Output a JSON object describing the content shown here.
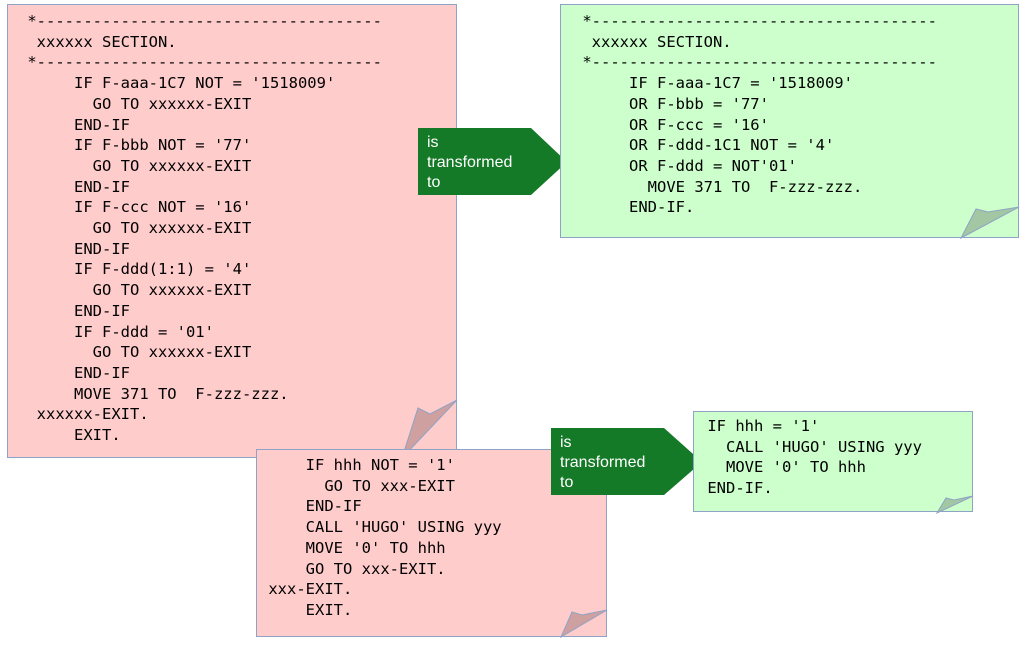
{
  "colors": {
    "before_note_fill": "#ffcccc",
    "after_note_fill": "#ccffcc",
    "arrow_fill": "#157a27",
    "note_border": "#8fa3c6"
  },
  "example1": {
    "before_lines": [
      " *-------------------------------------",
      "  xxxxxx SECTION.",
      " *-------------------------------------",
      "      IF F-aaa-1C7 NOT = '1518009'",
      "        GO TO xxxxxx-EXIT",
      "      END-IF",
      "      IF F-bbb NOT = '77'",
      "        GO TO xxxxxx-EXIT",
      "      END-IF",
      "      IF F-ccc NOT = '16'",
      "        GO TO xxxxxx-EXIT",
      "      END-IF",
      "      IF F-ddd(1:1) = '4'",
      "        GO TO xxxxxx-EXIT",
      "      END-IF",
      "      IF F-ddd = '01'",
      "        GO TO xxxxxx-EXIT",
      "      END-IF",
      "      MOVE 371 TO  F-zzz-zzz.",
      "  xxxxxx-EXIT.",
      "      EXIT."
    ],
    "arrow_label": "is\ntransformed\nto",
    "after_lines": [
      " *-------------------------------------",
      "  xxxxxx SECTION.",
      " *-------------------------------------",
      "      IF F-aaa-1C7 = '1518009'",
      "      OR F-bbb = '77'",
      "      OR F-ccc = '16'",
      "      OR F-ddd-1C1 NOT = '4'",
      "      OR F-ddd = NOT'01'",
      "        MOVE 371 TO  F-zzz-zzz.",
      "      END-IF."
    ]
  },
  "example2": {
    "before_lines": [
      "     IF hhh NOT = '1'",
      "       GO TO xxx-EXIT",
      "     END-IF",
      "     CALL 'HUGO' USING yyy",
      "     MOVE '0' TO hhh",
      "     GO TO xxx-EXIT.",
      " xxx-EXIT.",
      "     EXIT."
    ],
    "arrow_label": "is\ntransformed\nto",
    "after_lines": [
      " IF hhh = '1'",
      "   CALL 'HUGO' USING yyy",
      "   MOVE '0' TO hhh",
      " END-IF."
    ]
  }
}
